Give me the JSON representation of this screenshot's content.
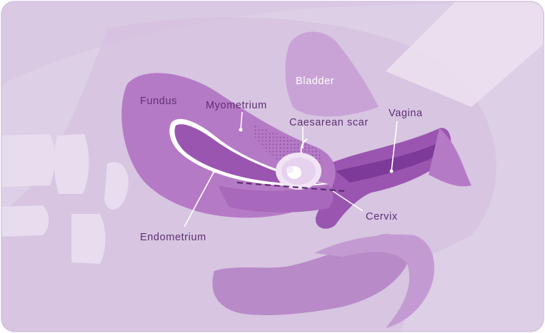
{
  "labels": {
    "bladder": "Bladder",
    "fundus": "Fundus",
    "myometrium": "Myometrium",
    "caesarean_scar": "Caesarean scar",
    "vagina": "Vagina",
    "cervix": "Cervix",
    "endometrium": "Endometrium"
  },
  "colors": {
    "background": "#d9c9e3",
    "pale_organ": "#ecdff0",
    "light_purple": "#c7a2d3",
    "uterus": "#b57ac6",
    "deep_purple": "#9a55b0",
    "dark_purple": "#7e3a98",
    "label_dark": "#5f2f73",
    "label_light": "#ffffff",
    "leader_line": "#ffffff",
    "scar_dash": "#5a2a6e"
  }
}
